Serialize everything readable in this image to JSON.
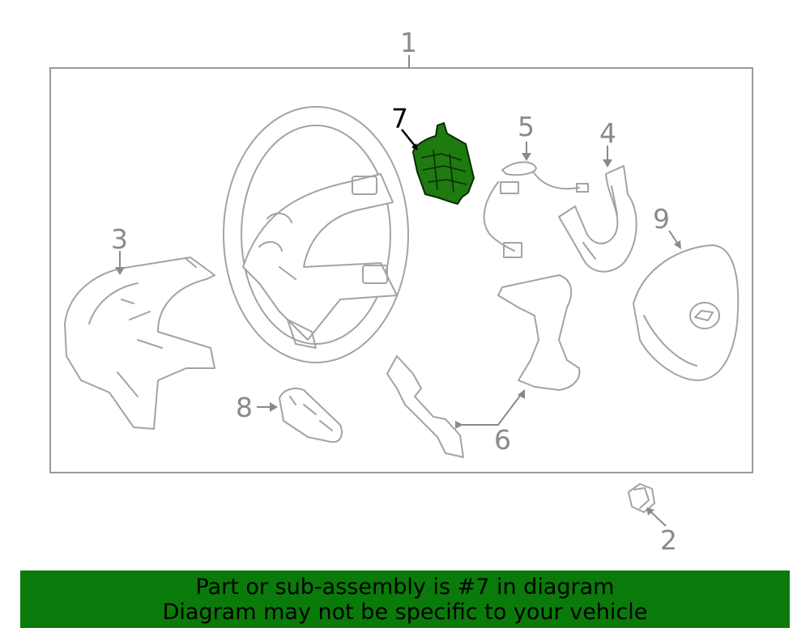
{
  "diagram": {
    "assembly_label": "1",
    "highlighted_part": "7",
    "highlight_color": "#1f7a10",
    "callouts": {
      "c1": "1",
      "c2": "2",
      "c3": "3",
      "c4": "4",
      "c5": "5",
      "c6": "6",
      "c7": "7",
      "c8": "8",
      "c9": "9"
    }
  },
  "banner": {
    "line1": "Part or sub-assembly is #7 in diagram",
    "line2": "Diagram may not be specific to your vehicle",
    "background": "#0a7a0a"
  }
}
